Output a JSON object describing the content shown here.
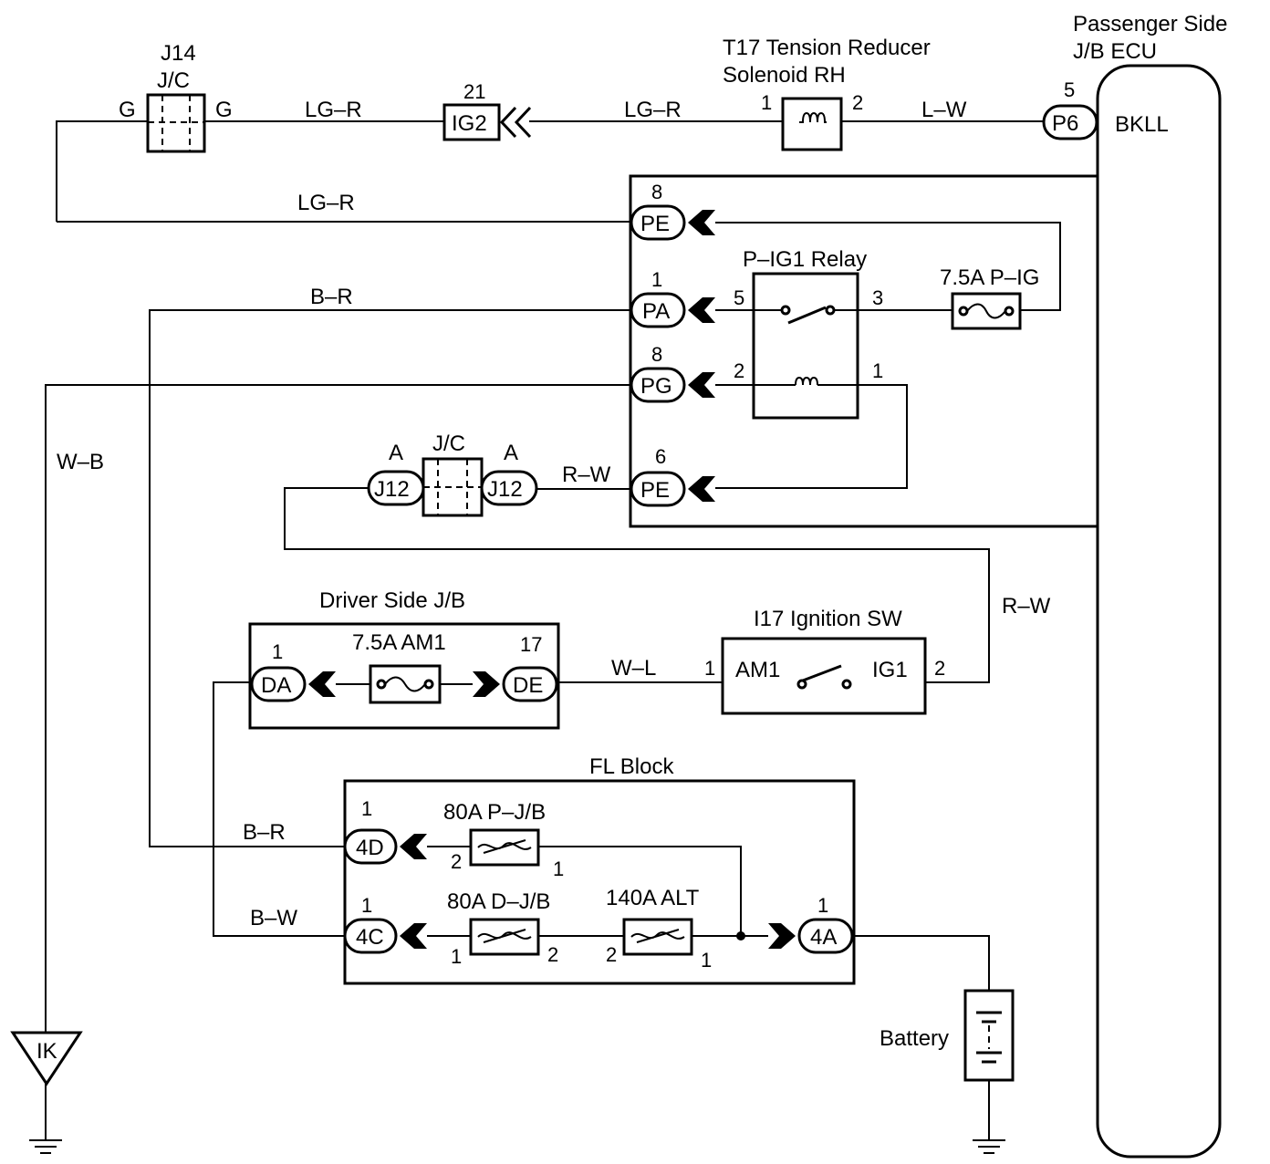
{
  "labels": {
    "passenger_jb_ecu": [
      "Passenger Side",
      "J/B ECU"
    ],
    "bkll": "BKLL",
    "j14": [
      "J14",
      "J/C"
    ],
    "j14_left_wire": "G",
    "j14_right_wire": "G",
    "t17": [
      "T17 Tension Reducer",
      "Solenoid RH"
    ],
    "t17_pin_1": "1",
    "t17_pin_2": "2",
    "ig2_pin": "21",
    "ig2_conn": "IG2",
    "p6_pin": "5",
    "p6_conn": "P6",
    "pe_top_pin": "8",
    "pe_top_conn": "PE",
    "pa_pin": "1",
    "pa_conn": "PA",
    "pg_pin": "8",
    "pg_conn": "PG",
    "pe_bot_pin": "6",
    "pe_bot_conn": "PE",
    "relay": "P–IG1 Relay",
    "relay_pin_5": "5",
    "relay_pin_3": "3",
    "relay_pin_2": "2",
    "relay_pin_1": "1",
    "fuse_pig": "7.5A P–IG",
    "jc_mid": "J/C",
    "j12_left_letter": "A",
    "j12_right_letter": "A",
    "j12_left": "J12",
    "j12_right": "J12",
    "driver_jb": "Driver Side J/B",
    "da_pin": "1",
    "da_conn": "DA",
    "de_pin": "17",
    "de_conn": "DE",
    "fuse_am1": "7.5A AM1",
    "ign_sw": "I17 Ignition SW",
    "ign_pin_1": "1",
    "ign_pin_2": "2",
    "ign_am1": "AM1",
    "ign_ig1": "IG1",
    "fl_block": "FL Block",
    "conn_4d_pin": "1",
    "conn_4d": "4D",
    "conn_4c_pin": "1",
    "conn_4c": "4C",
    "conn_4a_pin": "1",
    "conn_4a": "4A",
    "fuse_pjb": "80A P–J/B",
    "fuse_pjb_pin_2": "2",
    "fuse_pjb_pin_1": "1",
    "fuse_djb": "80A D–J/B",
    "fuse_djb_pin_1": "1",
    "fuse_djb_pin_2": "2",
    "fuse_alt": "140A ALT",
    "fuse_alt_pin_2": "2",
    "fuse_alt_pin_1": "1",
    "battery": "Battery",
    "ground_ik": "IK"
  },
  "wires": {
    "lgr_top_left": "LG–R",
    "lgr_top_right": "LG–R",
    "lw": "L–W",
    "lgr_pe": "LG–R",
    "br_pa": "B–R",
    "wb": "W–B",
    "rw_pe": "R–W",
    "rw_right": "R–W",
    "wl": "W–L",
    "br_4d": "B–R",
    "bw_4c": "B–W"
  }
}
